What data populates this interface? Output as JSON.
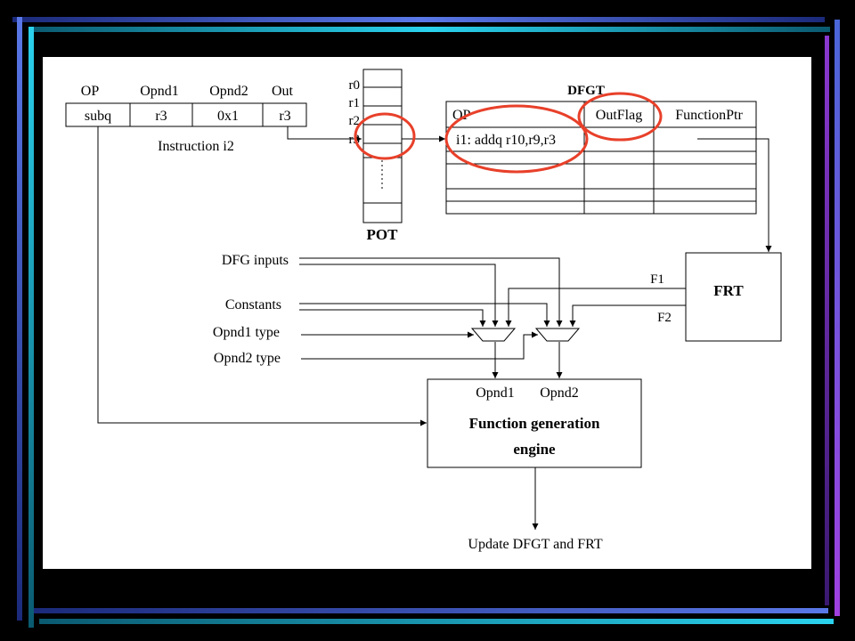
{
  "instruction": {
    "headers": [
      "OP",
      "Opnd1",
      "Opnd2",
      "Out"
    ],
    "values": [
      "subq",
      "r3",
      "0x1",
      "r3"
    ],
    "caption": "Instruction i2"
  },
  "pot": {
    "registers": [
      "r0",
      "r1",
      "r2",
      "r3"
    ],
    "title": "POT"
  },
  "dfgt": {
    "title": "DFGT",
    "headers": [
      "OP",
      "OutFlag",
      "FunctionPtr"
    ],
    "row1_op": "i1: addq r10,r9,r3"
  },
  "frt": {
    "title": "FRT",
    "f1": "F1",
    "f2": "F2"
  },
  "inputs": {
    "dfg_inputs": "DFG inputs",
    "constants": "Constants",
    "opnd1_type": "Opnd1 type",
    "opnd2_type": "Opnd2 type"
  },
  "engine": {
    "opnd1": "Opnd1",
    "opnd2": "Opnd2",
    "title_line1": "Function generation",
    "title_line2": "engine"
  },
  "output": "Update DFGT and FRT",
  "colors": {
    "highlight": "#e8402a",
    "background": "#000000",
    "bar_blue": "#4a66d8",
    "bar_cyan": "#21c8e6",
    "bar_purple": "#9a40e0"
  }
}
